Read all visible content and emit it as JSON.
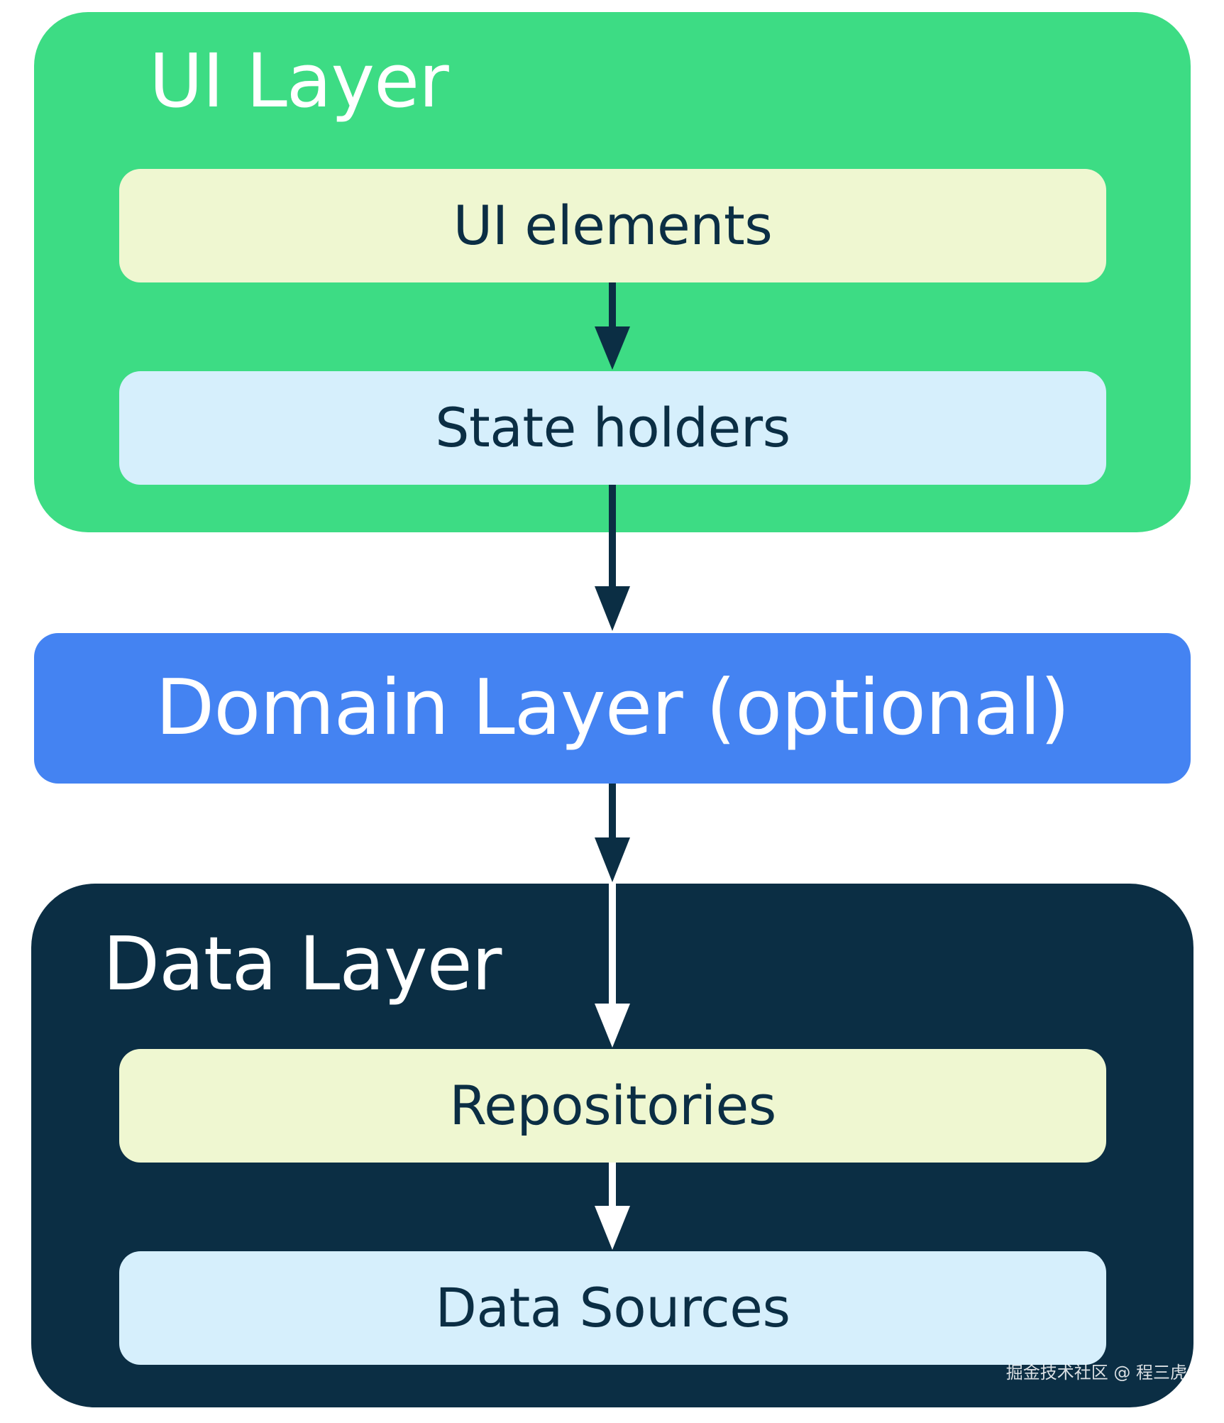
{
  "colors": {
    "ui_layer_bg": "#3ddc84",
    "domain_layer_bg": "#4483f2",
    "data_layer_bg": "#0b2e44",
    "light_green_box": "#eff7d1",
    "light_blue_box": "#d6effc",
    "dark_text": "#0b2e44",
    "white": "#ffffff",
    "arrow_dark": "#0b2e44",
    "arrow_light": "#ffffff"
  },
  "ui_layer": {
    "title": "UI Layer",
    "boxes": [
      {
        "label": "UI elements"
      },
      {
        "label": "State holders"
      }
    ]
  },
  "domain_layer": {
    "title": "Domain Layer (optional)"
  },
  "data_layer": {
    "title": "Data Layer",
    "boxes": [
      {
        "label": "Repositories"
      },
      {
        "label": "Data Sources"
      }
    ]
  },
  "arrows": [
    {
      "from": "UI elements",
      "to": "State holders",
      "color": "#0b2e44"
    },
    {
      "from": "State holders",
      "to": "Domain Layer (optional)",
      "color": "#0b2e44"
    },
    {
      "from": "Domain Layer (optional)",
      "to": "Data Layer",
      "color": "#0b2e44"
    },
    {
      "from": "Data Layer",
      "to": "Repositories",
      "color": "#ffffff"
    },
    {
      "from": "Repositories",
      "to": "Data Sources",
      "color": "#ffffff"
    }
  ],
  "watermark": "掘金技术社区 @ 程三虎"
}
